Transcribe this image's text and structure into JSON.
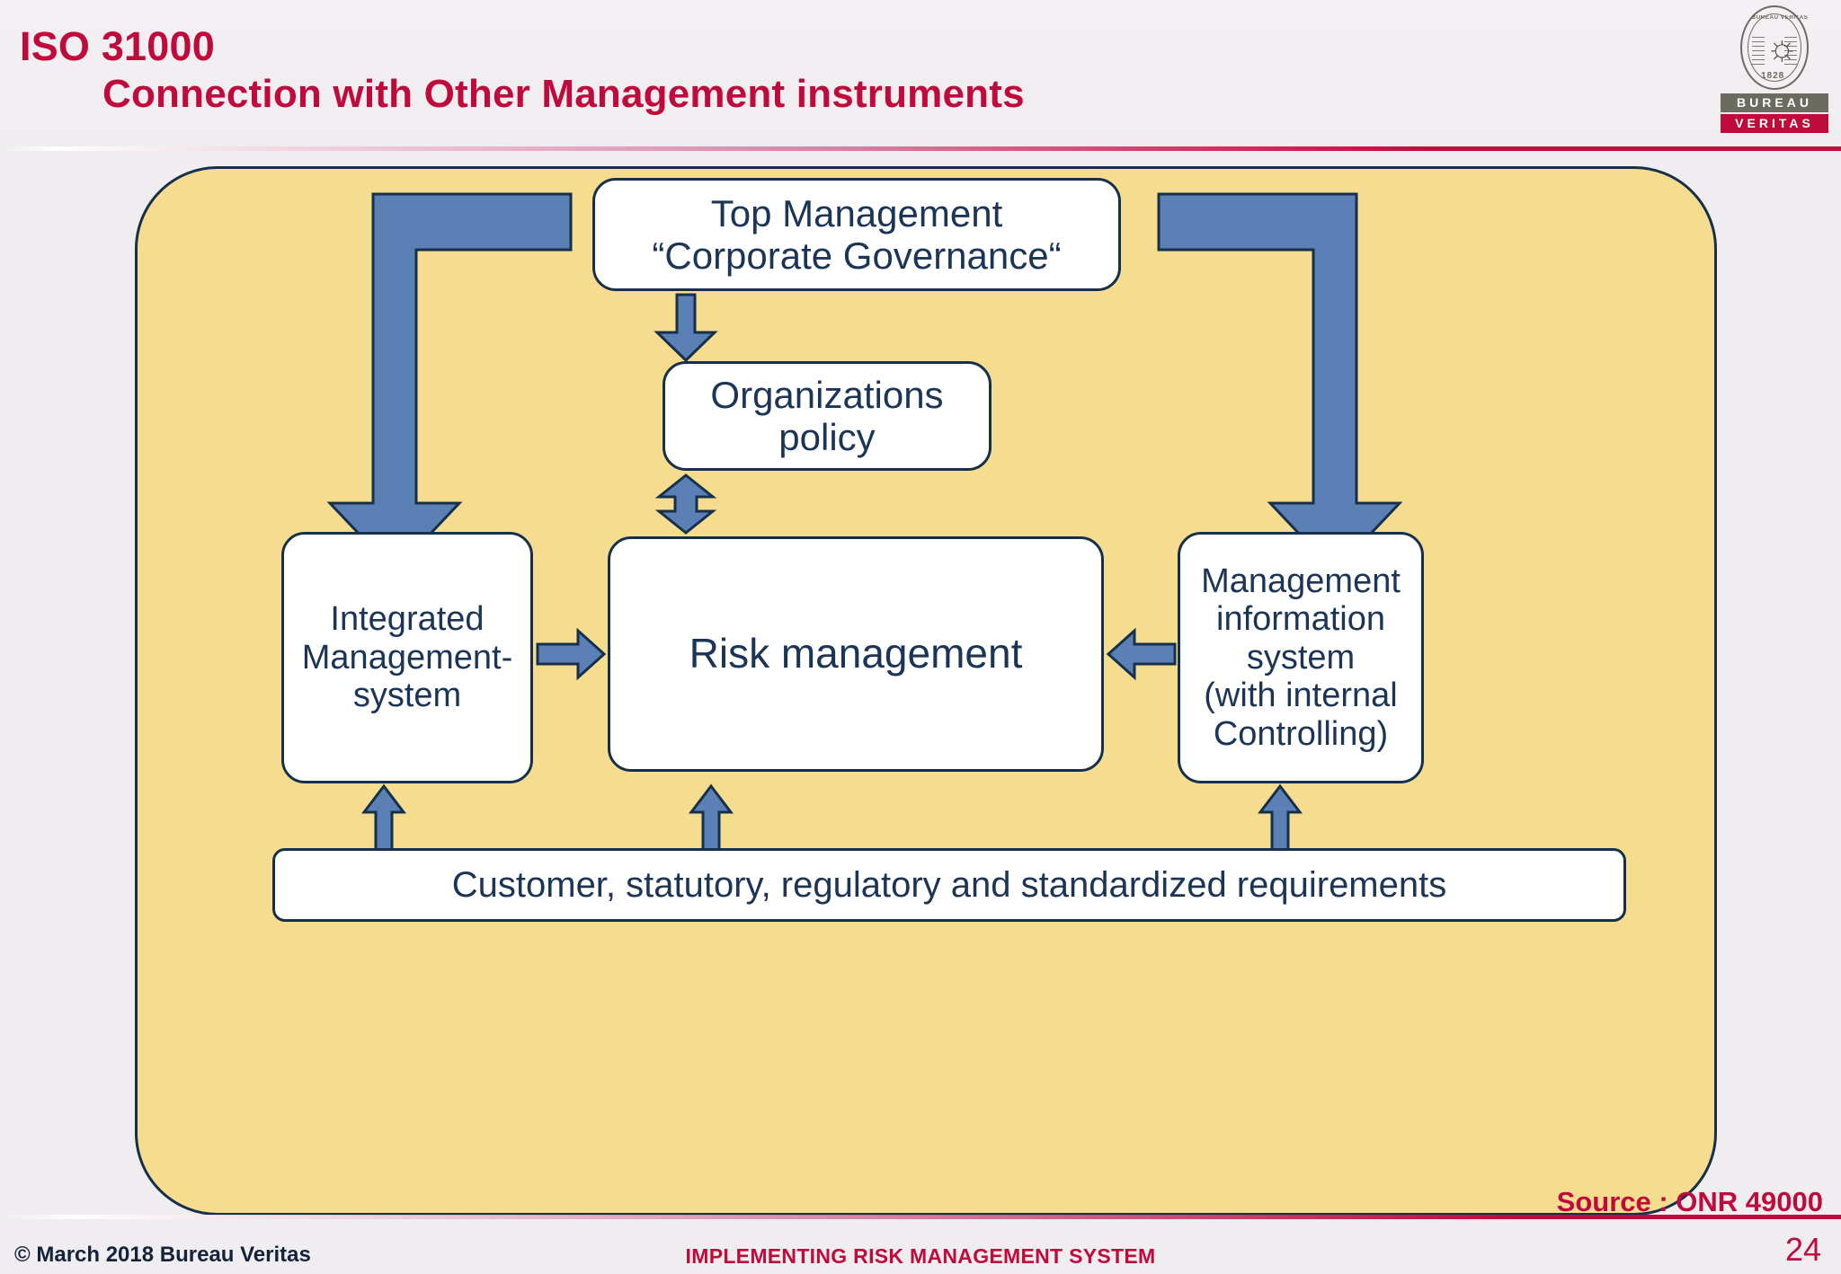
{
  "header": {
    "title_line1": "ISO 31000",
    "title_line2": "Connection with Other Management instruments",
    "accent_color": "#c00a3c"
  },
  "logo": {
    "emblem_ring_text": "BUREAU VERITAS",
    "emblem_year": "1828",
    "bar_top": "BUREAU",
    "bar_bottom": "VERITAS",
    "bar_top_color": "#6b6b60",
    "bar_bottom_color": "#c00a3c"
  },
  "diagram": {
    "panel_color": "#f5dc8e",
    "node_border_color": "#16304c",
    "node_text_color": "#1c3557",
    "arrow_fill_color": "#5b80b6",
    "arrow_stroke_color": "#16304c",
    "nodes": [
      {
        "id": "top-management",
        "label": "Top Management\n“Corporate Governance“"
      },
      {
        "id": "organizations-policy",
        "label": "Organizations\npolicy"
      },
      {
        "id": "integrated-management-system",
        "label": "Integrated\nManagement-\nsystem"
      },
      {
        "id": "risk-management",
        "label": "Risk management"
      },
      {
        "id": "management-information-system",
        "label": "Management\ninformation\nsystem\n(with internal\nControlling)"
      },
      {
        "id": "requirements",
        "label": "Customer, statutory, regulatory and standardized requirements"
      }
    ],
    "connections": [
      {
        "from": "top-management",
        "to": "integrated-management-system",
        "style": "elbow-down-left"
      },
      {
        "from": "top-management",
        "to": "management-information-system",
        "style": "elbow-down-right"
      },
      {
        "from": "top-management",
        "to": "organizations-policy",
        "style": "down"
      },
      {
        "from": "organizations-policy",
        "to": "risk-management",
        "style": "double-vertical"
      },
      {
        "from": "integrated-management-system",
        "to": "risk-management",
        "style": "right"
      },
      {
        "from": "management-information-system",
        "to": "risk-management",
        "style": "left"
      },
      {
        "from": "requirements",
        "to": "integrated-management-system",
        "style": "up"
      },
      {
        "from": "requirements",
        "to": "risk-management",
        "style": "up"
      },
      {
        "from": "requirements",
        "to": "management-information-system",
        "style": "up"
      }
    ]
  },
  "source_note": "Source : ONR 49000",
  "footer": {
    "copyright": "©  March 2018 Bureau Veritas",
    "center": "IMPLEMENTING RISK MANAGEMENT SYSTEM",
    "page_number": "24"
  }
}
